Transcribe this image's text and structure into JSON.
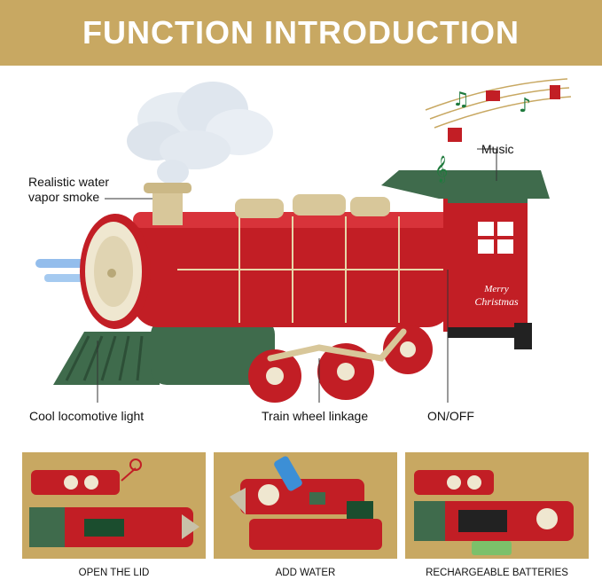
{
  "header": {
    "title": "FUNCTION INTRODUCTION"
  },
  "callouts": {
    "smoke_line1": "Realistic water",
    "smoke_line2": "vapor smoke",
    "music": "Music",
    "light": "Cool locomotive light",
    "wheel": "Train wheel linkage",
    "switch": "ON/OFF"
  },
  "decal": {
    "line1": "Merry",
    "line2": "Christmas"
  },
  "panels": [
    {
      "caption": "OPEN THE LID"
    },
    {
      "caption": "ADD WATER"
    },
    {
      "caption": "RECHARGEABLE BATTERIES"
    }
  ],
  "colors": {
    "banner": "#c8a862",
    "train_red": "#c21e25",
    "train_green": "#3f6b4c",
    "gold": "#d8c79a"
  }
}
